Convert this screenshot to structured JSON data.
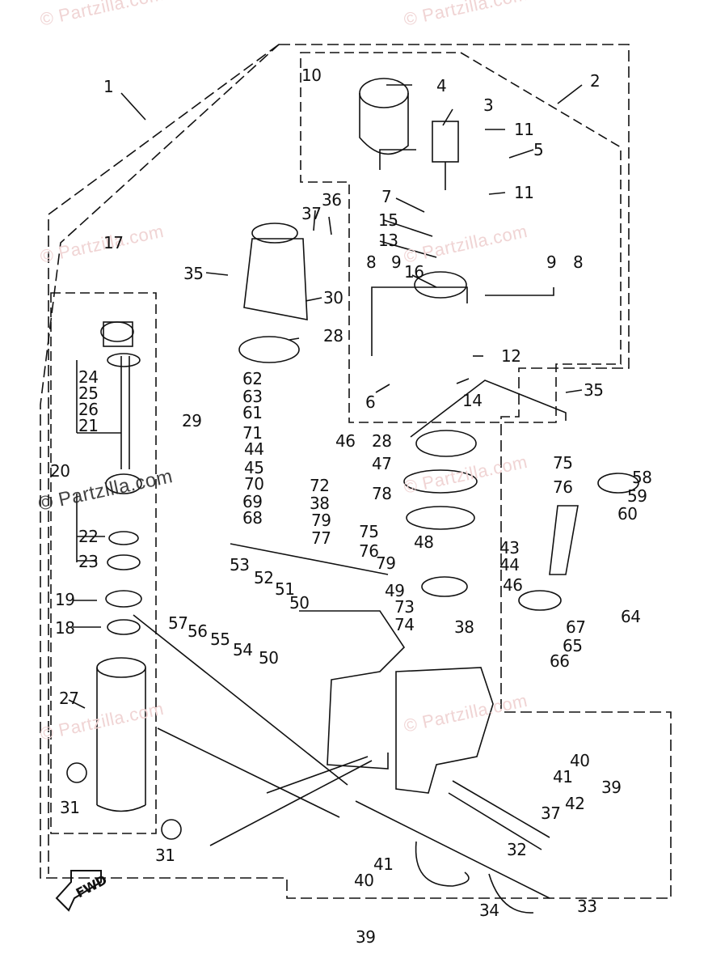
{
  "diagram": {
    "title": "Power Trim & Tilt Assembly (exploded parts diagram)",
    "watermark": "© Partzilla.com",
    "direction_marker": "FWD",
    "line_color": "#111111",
    "watermark_color": "#f0d4d4"
  },
  "watermarks": [
    {
      "id": "wm-1",
      "text": "© Partzilla.com"
    },
    {
      "id": "wm-2",
      "text": "© Partzilla.com"
    },
    {
      "id": "wm-3",
      "text": "© Partzilla.com"
    },
    {
      "id": "wm-4",
      "text": "© Partzilla.com"
    },
    {
      "id": "wm-5",
      "text": "© Partzilla.com"
    },
    {
      "id": "wm-6",
      "text": "© Partzilla.com"
    },
    {
      "id": "wm-7",
      "text": "© Partzilla.com"
    },
    {
      "id": "wm-8",
      "text": "© Partzilla.com"
    }
  ],
  "callouts": [
    {
      "num": "1"
    },
    {
      "num": "2"
    },
    {
      "num": "3"
    },
    {
      "num": "4"
    },
    {
      "num": "5"
    },
    {
      "num": "6"
    },
    {
      "num": "7"
    },
    {
      "num": "8"
    },
    {
      "num": "8"
    },
    {
      "num": "9"
    },
    {
      "num": "9"
    },
    {
      "num": "10"
    },
    {
      "num": "11"
    },
    {
      "num": "11"
    },
    {
      "num": "12"
    },
    {
      "num": "13"
    },
    {
      "num": "14"
    },
    {
      "num": "15"
    },
    {
      "num": "16"
    },
    {
      "num": "17"
    },
    {
      "num": "18"
    },
    {
      "num": "19"
    },
    {
      "num": "20"
    },
    {
      "num": "21"
    },
    {
      "num": "22"
    },
    {
      "num": "23"
    },
    {
      "num": "24"
    },
    {
      "num": "25"
    },
    {
      "num": "26"
    },
    {
      "num": "27"
    },
    {
      "num": "28"
    },
    {
      "num": "28"
    },
    {
      "num": "29"
    },
    {
      "num": "30"
    },
    {
      "num": "31"
    },
    {
      "num": "31"
    },
    {
      "num": "32"
    },
    {
      "num": "33"
    },
    {
      "num": "34"
    },
    {
      "num": "35"
    },
    {
      "num": "35"
    },
    {
      "num": "36"
    },
    {
      "num": "37"
    },
    {
      "num": "37"
    },
    {
      "num": "38"
    },
    {
      "num": "38"
    },
    {
      "num": "39"
    },
    {
      "num": "39"
    },
    {
      "num": "40"
    },
    {
      "num": "40"
    },
    {
      "num": "41"
    },
    {
      "num": "41"
    },
    {
      "num": "42"
    },
    {
      "num": "43"
    },
    {
      "num": "44"
    },
    {
      "num": "44"
    },
    {
      "num": "45"
    },
    {
      "num": "46"
    },
    {
      "num": "46"
    },
    {
      "num": "47"
    },
    {
      "num": "48"
    },
    {
      "num": "49"
    },
    {
      "num": "50"
    },
    {
      "num": "50"
    },
    {
      "num": "51"
    },
    {
      "num": "52"
    },
    {
      "num": "53"
    },
    {
      "num": "54"
    },
    {
      "num": "55"
    },
    {
      "num": "56"
    },
    {
      "num": "57"
    },
    {
      "num": "58"
    },
    {
      "num": "59"
    },
    {
      "num": "60"
    },
    {
      "num": "61"
    },
    {
      "num": "62"
    },
    {
      "num": "63"
    },
    {
      "num": "64"
    },
    {
      "num": "65"
    },
    {
      "num": "66"
    },
    {
      "num": "67"
    },
    {
      "num": "68"
    },
    {
      "num": "69"
    },
    {
      "num": "70"
    },
    {
      "num": "71"
    },
    {
      "num": "72"
    },
    {
      "num": "73"
    },
    {
      "num": "74"
    },
    {
      "num": "75"
    },
    {
      "num": "75"
    },
    {
      "num": "76"
    },
    {
      "num": "76"
    },
    {
      "num": "77"
    },
    {
      "num": "78"
    },
    {
      "num": "79"
    },
    {
      "num": "79"
    }
  ]
}
